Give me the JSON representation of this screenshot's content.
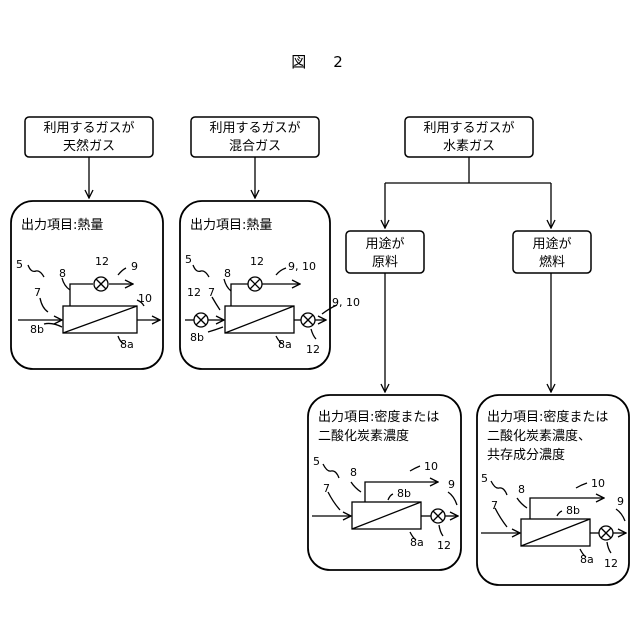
{
  "figure_title": "図　2",
  "gas_boxes": [
    {
      "line1": "利用するガスが",
      "line2": "天然ガス"
    },
    {
      "line1": "利用するガスが",
      "line2": "混合ガス"
    },
    {
      "line1": "利用するガスが",
      "line2": "水素ガス"
    }
  ],
  "use_boxes": [
    {
      "line1": "用途が",
      "line2": "原料"
    },
    {
      "line1": "用途が",
      "line2": "燃料"
    }
  ],
  "output_panels": [
    {
      "lines": [
        "出力項目:熱量"
      ]
    },
    {
      "lines": [
        "出力項目:熱量"
      ]
    },
    {
      "lines": [
        "出力項目:密度または",
        "二酸化炭素濃度"
      ]
    },
    {
      "lines": [
        "出力項目:密度または",
        "二酸化炭素濃度、",
        "共存成分濃度"
      ]
    }
  ],
  "labels": {
    "p1": [
      "5",
      "7",
      "8",
      "12",
      "9",
      "10",
      "8b",
      "8a"
    ],
    "p2": [
      "5",
      "12",
      "7",
      "8",
      "12",
      "9, 10",
      "9, 10",
      "8b",
      "8a",
      "12"
    ],
    "p3": [
      "5",
      "8",
      "10",
      "7",
      "8b",
      "9",
      "8a",
      "12"
    ],
    "p4": [
      "5",
      "8",
      "10",
      "7",
      "8b",
      "9",
      "8a",
      "12"
    ]
  }
}
